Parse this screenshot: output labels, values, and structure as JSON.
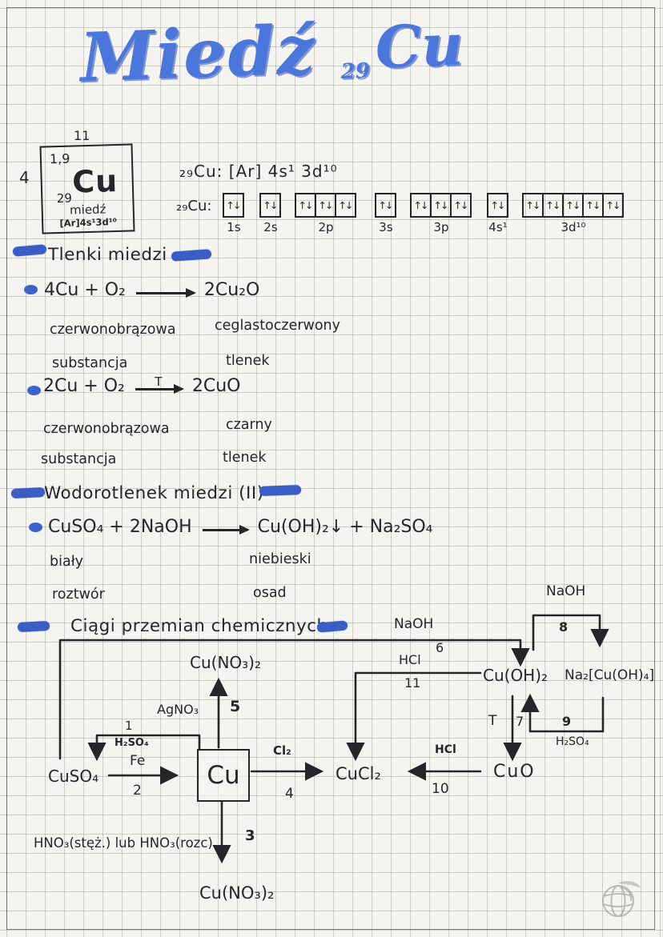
{
  "colors": {
    "ink": "#26262a",
    "marker_blue": "#3a5ec6",
    "title_blue": "#4b77dd",
    "paper": "#f5f4f0"
  },
  "title": {
    "name": "Miedź",
    "sub": "29",
    "symbol": "Cu"
  },
  "element_card": {
    "group": "11",
    "period": "4",
    "electronegativity": "1,9",
    "atomic_number": "29",
    "symbol": "Cu",
    "name": "miedź",
    "config": "[Ar]4s¹3d¹⁰"
  },
  "config": {
    "line": "₂₉Cu: [Ar] 4s¹ 3d¹⁰",
    "orbital_prefix": "₂₉Cu:",
    "orbitals": [
      {
        "label": "1s",
        "boxes": [
          "↑↓"
        ]
      },
      {
        "label": "2s",
        "boxes": [
          "↑↓"
        ]
      },
      {
        "label": "2p",
        "boxes": [
          "↑↓",
          "↑↓",
          "↑↓"
        ]
      },
      {
        "label": "3s",
        "boxes": [
          "↑↓"
        ]
      },
      {
        "label": "3p",
        "boxes": [
          "↑↓",
          "↑↓",
          "↑↓"
        ]
      },
      {
        "label": "4s¹",
        "boxes": [
          "↑↓"
        ]
      },
      {
        "label": "3d¹⁰",
        "boxes": [
          "↑↓",
          "↑↓",
          "↑↓",
          "↑↓",
          "↑↓"
        ]
      }
    ]
  },
  "sections": {
    "oxides": {
      "heading": "Tlenki miedzi",
      "reactions": [
        {
          "left": "4Cu + O₂",
          "arrow_label": "",
          "right": "2Cu₂O",
          "notes_left": [
            "czerwonobrązowa",
            "substancja"
          ],
          "notes_right": [
            "ceglastoczerwony",
            "tlenek"
          ]
        },
        {
          "left": "2Cu + O₂",
          "arrow_label": "T",
          "right": "2CuO",
          "notes_left": [
            "czerwonobrązowa",
            "substancja"
          ],
          "notes_right": [
            "czarny",
            "tlenek"
          ]
        }
      ]
    },
    "hydroxide": {
      "heading": "Wodorotlenek miedzi (II)",
      "reactions": [
        {
          "left": "CuSO₄ + 2NaOH",
          "arrow_label": "",
          "right": "Cu(OH)₂↓ + Na₂SO₄",
          "notes_left": [
            "biały",
            "roztwór"
          ],
          "notes_right": [
            "niebieski",
            "osad"
          ]
        }
      ]
    },
    "chains": {
      "heading": "Ciągi przemian chemicznych"
    }
  },
  "diagram": {
    "nodes": {
      "cu_no3_top": "Cu(NO₃)₂",
      "cu": "Cu",
      "cuso4": "CuSO₄",
      "cucl2": "CuCl₂",
      "cuo": "CuO",
      "cu_oh2": "Cu(OH)₂",
      "na2cuoh4": "Na₂[Cu(OH)₄]",
      "cu_no3_bottom": "Cu(NO₃)₂",
      "hno3": "HNO₃(stęż.) lub HNO₃(rozc)",
      "naoh_8": "NaOH"
    },
    "labels": {
      "naoh_6": "NaOH",
      "n6": "6",
      "hcl_11": "HCl",
      "n11": "11",
      "n8": "8",
      "n9": "9",
      "h2so4_9": "H₂SO₄",
      "t": "T",
      "n7": "7",
      "agno3": "AgNO₃",
      "n1": "1",
      "h2so4_1": "H₂SO₄",
      "fe": "Fe",
      "n2": "2",
      "cl2": "Cl₂",
      "n4": "4",
      "hcl_10": "HCl",
      "n10": "10",
      "n5": "5",
      "n3": "3"
    }
  }
}
